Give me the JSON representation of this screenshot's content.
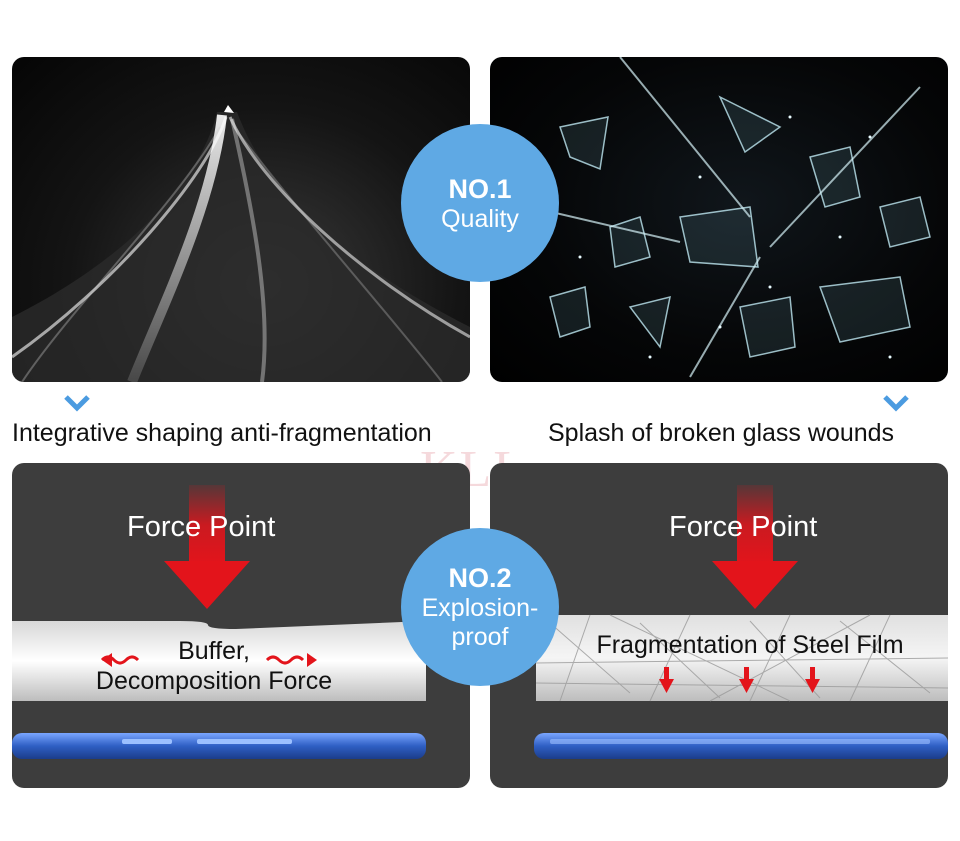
{
  "badges": {
    "quality": {
      "number": "NO.1",
      "label": "Quality"
    },
    "explosion": {
      "number": "NO.2",
      "label_line1": "Explosion-",
      "label_line2": "proof"
    }
  },
  "captions": {
    "left": "Integrative shaping anti-fragmentation",
    "right": "Splash of broken glass wounds"
  },
  "watermark": "KLL",
  "force_point_left": "Force Point",
  "force_point_right": "Force Point",
  "buffer": {
    "line1": "Buffer,",
    "line2": "Decomposition Force"
  },
  "fragmentation": "Fragmentation of Steel Film",
  "colors": {
    "badge": "#5fa9e4",
    "arrow_red": "#e3141b",
    "chevron_blue": "#4b9be0",
    "phone_blue": "#2f5fc4",
    "panel_gray": "#3d3d3d"
  },
  "icons": {
    "chevron": "chevron-down-icon",
    "force_arrow": "arrow-down-icon",
    "spread_arrow": "wavy-arrow-icon"
  }
}
